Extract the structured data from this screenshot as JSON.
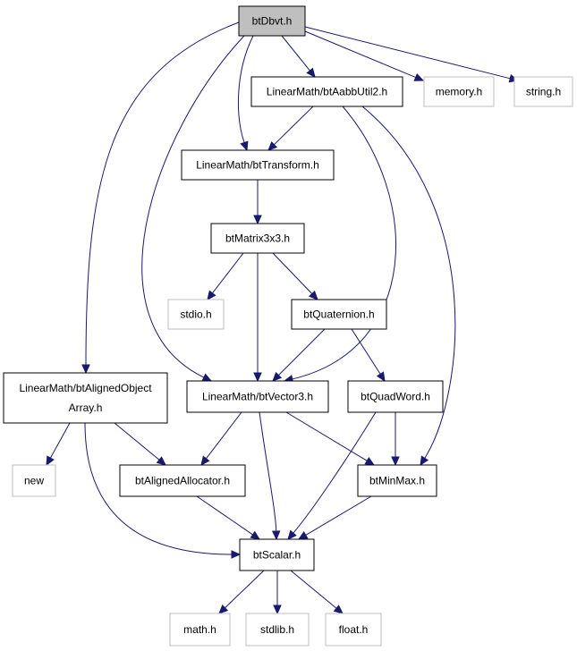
{
  "colors": {
    "edge": "#191970",
    "root_fill": "#bfbfbf",
    "node_border": "#000000",
    "external_border": "#bfbfbf",
    "background": "#ffffff"
  },
  "graph": {
    "nodes": [
      {
        "id": "btDbvt",
        "lines": [
          "btDbvt.h"
        ],
        "kind": "root"
      },
      {
        "id": "btAabbUtil2",
        "lines": [
          "LinearMath/btAabbUtil2.h"
        ],
        "kind": "internal"
      },
      {
        "id": "memory",
        "lines": [
          "memory.h"
        ],
        "kind": "external"
      },
      {
        "id": "string",
        "lines": [
          "string.h"
        ],
        "kind": "external"
      },
      {
        "id": "btTransform",
        "lines": [
          "LinearMath/btTransform.h"
        ],
        "kind": "internal"
      },
      {
        "id": "btMatrix3x3",
        "lines": [
          "btMatrix3x3.h"
        ],
        "kind": "internal"
      },
      {
        "id": "stdio",
        "lines": [
          "stdio.h"
        ],
        "kind": "external"
      },
      {
        "id": "btQuaternion",
        "lines": [
          "btQuaternion.h"
        ],
        "kind": "internal"
      },
      {
        "id": "btAlignedObjectArray",
        "lines": [
          "LinearMath/btAlignedObject",
          "Array.h"
        ],
        "kind": "internal"
      },
      {
        "id": "btVector3",
        "lines": [
          "LinearMath/btVector3.h"
        ],
        "kind": "internal"
      },
      {
        "id": "btQuadWord",
        "lines": [
          "btQuadWord.h"
        ],
        "kind": "internal"
      },
      {
        "id": "new",
        "lines": [
          "new"
        ],
        "kind": "external"
      },
      {
        "id": "btAlignedAllocator",
        "lines": [
          "btAlignedAllocator.h"
        ],
        "kind": "internal"
      },
      {
        "id": "btMinMax",
        "lines": [
          "btMinMax.h"
        ],
        "kind": "internal"
      },
      {
        "id": "btScalar",
        "lines": [
          "btScalar.h"
        ],
        "kind": "internal"
      },
      {
        "id": "math",
        "lines": [
          "math.h"
        ],
        "kind": "external"
      },
      {
        "id": "stdlib",
        "lines": [
          "stdlib.h"
        ],
        "kind": "external"
      },
      {
        "id": "float",
        "lines": [
          "float.h"
        ],
        "kind": "external"
      }
    ],
    "edges": [
      {
        "from": "btDbvt",
        "to": "btAabbUtil2"
      },
      {
        "from": "btDbvt",
        "to": "memory"
      },
      {
        "from": "btDbvt",
        "to": "string"
      },
      {
        "from": "btDbvt",
        "to": "btTransform"
      },
      {
        "from": "btDbvt",
        "to": "btVector3"
      },
      {
        "from": "btDbvt",
        "to": "btAlignedObjectArray"
      },
      {
        "from": "btAabbUtil2",
        "to": "btTransform"
      },
      {
        "from": "btAabbUtil2",
        "to": "btVector3"
      },
      {
        "from": "btAabbUtil2",
        "to": "btMinMax"
      },
      {
        "from": "btTransform",
        "to": "btMatrix3x3"
      },
      {
        "from": "btMatrix3x3",
        "to": "stdio"
      },
      {
        "from": "btMatrix3x3",
        "to": "btVector3"
      },
      {
        "from": "btMatrix3x3",
        "to": "btQuaternion"
      },
      {
        "from": "btQuaternion",
        "to": "btVector3"
      },
      {
        "from": "btQuaternion",
        "to": "btQuadWord"
      },
      {
        "from": "btAlignedObjectArray",
        "to": "new"
      },
      {
        "from": "btAlignedObjectArray",
        "to": "btAlignedAllocator"
      },
      {
        "from": "btAlignedObjectArray",
        "to": "btScalar"
      },
      {
        "from": "btVector3",
        "to": "btAlignedAllocator"
      },
      {
        "from": "btVector3",
        "to": "btScalar"
      },
      {
        "from": "btVector3",
        "to": "btMinMax"
      },
      {
        "from": "btQuadWord",
        "to": "btScalar"
      },
      {
        "from": "btQuadWord",
        "to": "btMinMax"
      },
      {
        "from": "btAlignedAllocator",
        "to": "btScalar"
      },
      {
        "from": "btMinMax",
        "to": "btScalar"
      },
      {
        "from": "btScalar",
        "to": "math"
      },
      {
        "from": "btScalar",
        "to": "stdlib"
      },
      {
        "from": "btScalar",
        "to": "float"
      }
    ]
  }
}
